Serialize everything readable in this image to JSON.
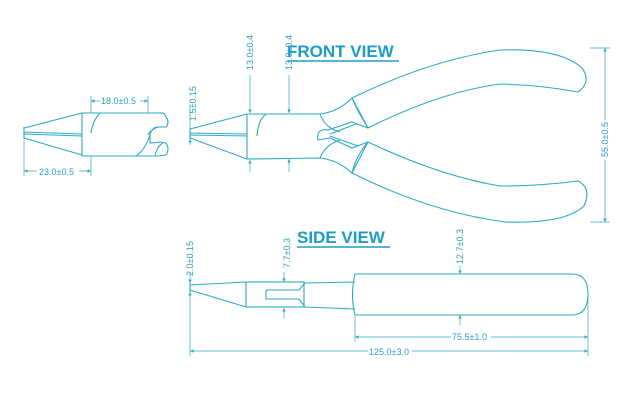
{
  "titles": {
    "front": "FRONT VIEW",
    "side": "SIDE VIEW"
  },
  "dimensions": {
    "detail_body_length": "18.0±0.5",
    "detail_jaw_length": "23.0±0.5",
    "tip_thickness_front": "1.5±0.15",
    "body_height_1": "13.0±0.4",
    "body_height_2": "13.0±0.4",
    "overall_height": "55.0±0.5",
    "tip_thickness_side": "2.0±0.15",
    "joint_thickness": "7.7±0.3",
    "handle_thickness": "12.7±0.3",
    "handle_length": "75.5±1.0",
    "overall_length": "125.0±3.0"
  },
  "colors": {
    "line": "#2fa9c6",
    "title": "#1e9cc6"
  }
}
